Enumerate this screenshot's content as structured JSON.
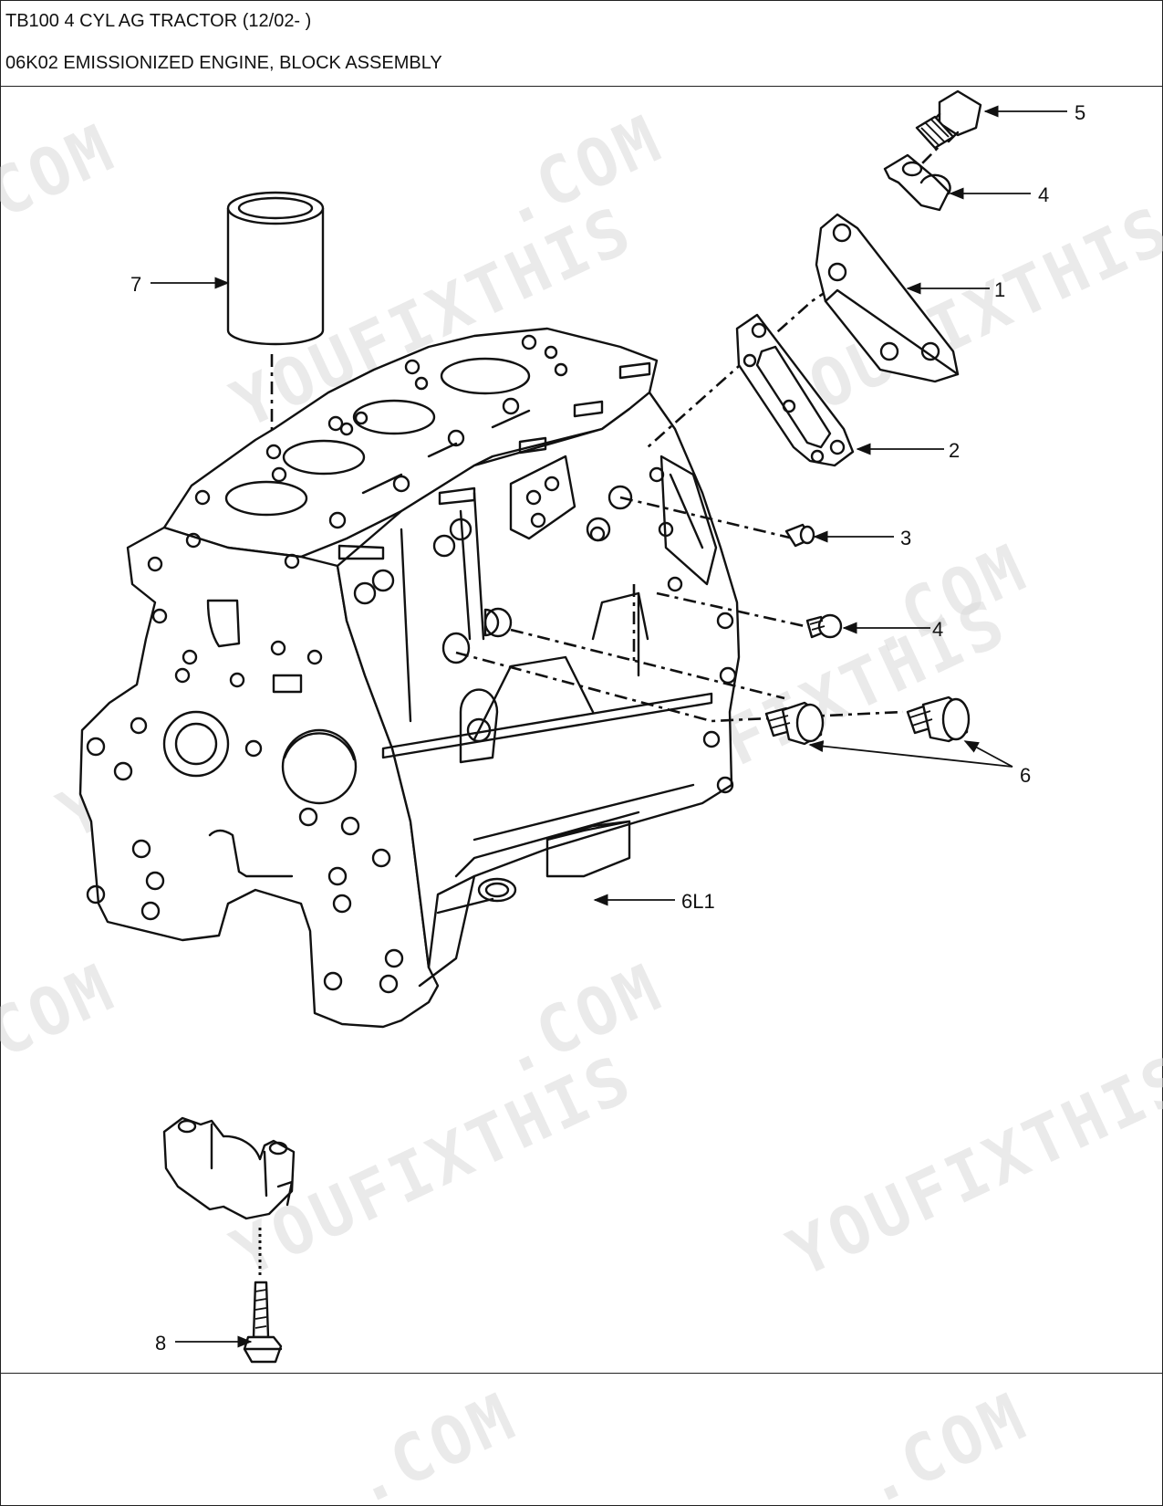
{
  "header": {
    "model_line": "TB100 4 CYL AG TRACTOR (12/02- )",
    "section_line": "06K02 EMISSIONIZED ENGINE, BLOCK ASSEMBLY"
  },
  "watermark": {
    "brand": "YOUFIXTHIS",
    "domain": ".COM"
  },
  "callouts": {
    "c1": "1",
    "c2": "2",
    "c3": "3",
    "c4a": "4",
    "c4b": "4",
    "c5": "5",
    "c6": "6",
    "c6l1": "6L1",
    "c7": "7",
    "c8": "8"
  },
  "colors": {
    "line": "#111111",
    "watermark": "#d9d9d9"
  }
}
